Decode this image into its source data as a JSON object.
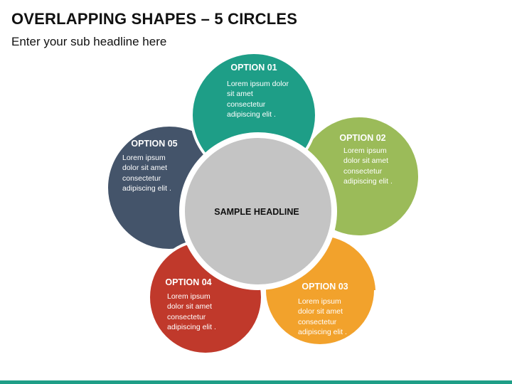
{
  "header": {
    "title": "OVERLAPPING SHAPES – 5 CIRCLES",
    "subtitle": "Enter your sub headline here"
  },
  "center": {
    "label": "SAMPLE HEADLINE"
  },
  "options": [
    {
      "title": "OPTION 01",
      "lines": [
        "Lorem ipsum dolor",
        "sit amet",
        "consectetur",
        "adipiscing elit ."
      ],
      "color": "#1e9e87"
    },
    {
      "title": "OPTION 02",
      "lines": [
        "Lorem ipsum",
        "dolor sit amet",
        "consectetur",
        "adipiscing elit ."
      ],
      "color": "#9bbb59"
    },
    {
      "title": "OPTION 03",
      "lines": [
        "Lorem ipsum",
        "dolor sit amet",
        "consectetur",
        "adipiscing elit ."
      ],
      "color": "#f2a22c"
    },
    {
      "title": "OPTION 04",
      "lines": [
        "Lorem ipsum",
        "dolor sit amet",
        "consectetur",
        "adipiscing elit ."
      ],
      "color": "#c0392b"
    },
    {
      "title": "OPTION 05",
      "lines": [
        "Lorem ipsum",
        "dolor sit amet",
        "consectetur",
        "adipiscing elit ."
      ],
      "color": "#44546a"
    }
  ],
  "colors": {
    "center_fill": "#c4c4c4",
    "bottom_bar": "#1e9e87"
  }
}
